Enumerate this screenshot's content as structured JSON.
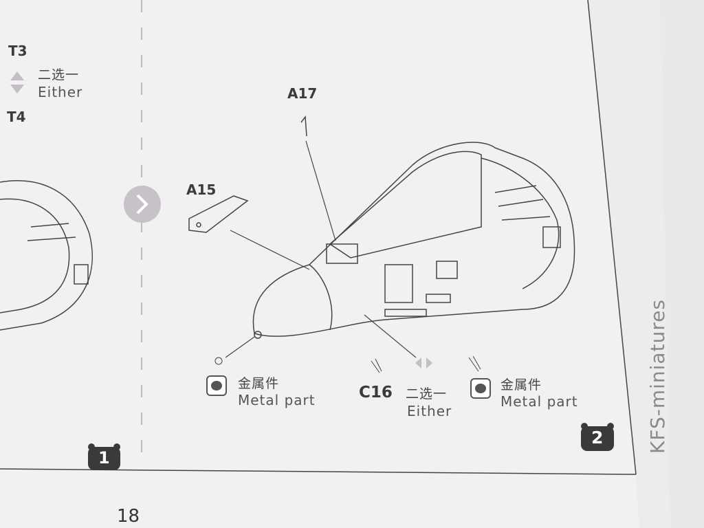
{
  "left_panel": {
    "part_top": "T3",
    "part_bottom": "T4",
    "either_cn": "二选一",
    "either_en": "Either",
    "step_number": "1"
  },
  "right_panel": {
    "parts": {
      "a17": "A17",
      "a15": "A15",
      "c16": "C16"
    },
    "metal_left": {
      "cn": "金属件",
      "en": "Metal part"
    },
    "either": {
      "cn": "二选一",
      "en": "Either"
    },
    "metal_right": {
      "cn": "金属件",
      "en": "Metal part"
    },
    "step_number": "2"
  },
  "page_number": "18",
  "watermark": "KFS-miniatures",
  "colors": {
    "paper": "#f0f0f0",
    "ink": "#4a4548",
    "arrow_gray": "#c4bfc6"
  }
}
